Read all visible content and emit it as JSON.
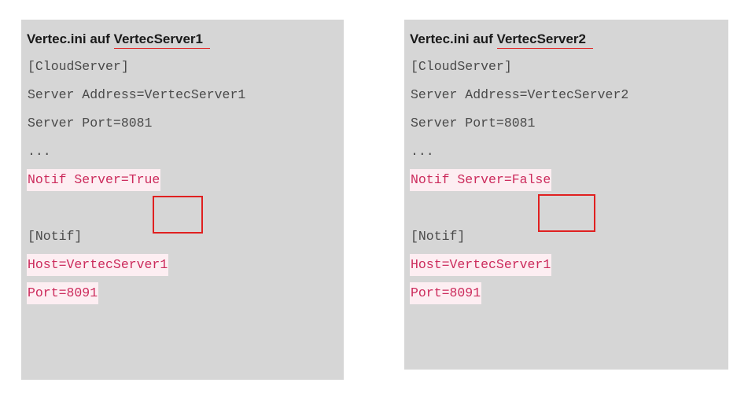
{
  "colors": {
    "panel_bg": "#d6d6d6",
    "page_bg": "#ffffff",
    "code_text": "#4a4a4a",
    "highlight_text": "#cc2b5c",
    "highlight_bg": "#fdeef2",
    "accent_red": "#e02020"
  },
  "panels": [
    {
      "id": "left",
      "title_prefix": "Vertec.ini auf ",
      "title_server": "VertecServer1",
      "lines": [
        {
          "text": "[CloudServer]",
          "highlighted": false
        },
        {
          "text": "Server Address=VertecServer1",
          "highlighted": false
        },
        {
          "text": "Server Port=8081",
          "highlighted": false
        },
        {
          "text": "...",
          "highlighted": false
        },
        {
          "text": "Notif Server=True",
          "highlighted": true
        },
        {
          "text": "",
          "highlighted": false
        },
        {
          "text": "[Notif]",
          "highlighted": false
        },
        {
          "text": "Host=VertecServer1",
          "highlighted": true
        },
        {
          "text": "Port=8091",
          "highlighted": true
        }
      ],
      "callout_value": "True"
    },
    {
      "id": "right",
      "title_prefix": "Vertec.ini auf ",
      "title_server": "VertecServer2",
      "lines": [
        {
          "text": "[CloudServer]",
          "highlighted": false
        },
        {
          "text": "Server Address=VertecServer2",
          "highlighted": false
        },
        {
          "text": "Server Port=8081",
          "highlighted": false
        },
        {
          "text": "...",
          "highlighted": false
        },
        {
          "text": "Notif Server=False",
          "highlighted": true
        },
        {
          "text": "",
          "highlighted": false
        },
        {
          "text": "[Notif]",
          "highlighted": false
        },
        {
          "text": "Host=VertecServer1",
          "highlighted": true
        },
        {
          "text": "Port=8091",
          "highlighted": true
        }
      ],
      "callout_value": "False"
    }
  ]
}
